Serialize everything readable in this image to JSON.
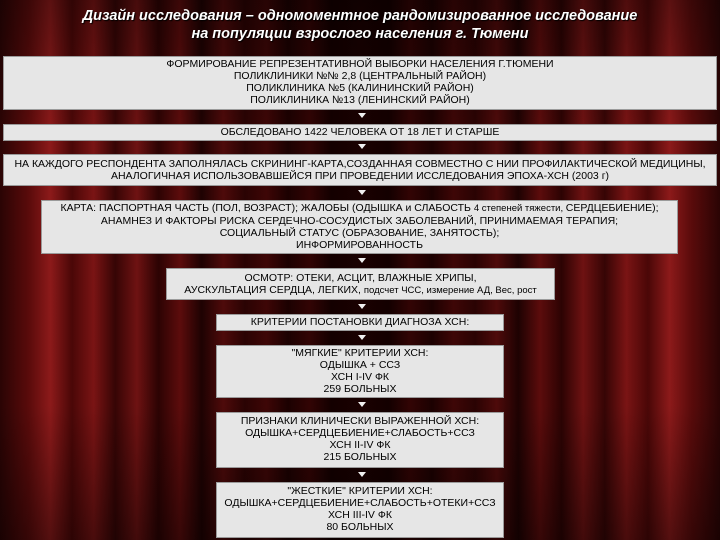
{
  "title": {
    "line1": "Дизайн исследования – одномоментное рандомизированное исследование",
    "line2": "на популяции взрослого населения г. Тюмени"
  },
  "boxes": {
    "sample": [
      "ФОРМИРОВАНИЕ РЕПРЕЗЕНТАТИВНОЙ ВЫБОРКИ НАСЕЛЕНИЯ Г.ТЮМЕНИ",
      "ПОЛИКЛИНИКИ №№ 2,8 (ЦЕНТРАЛЬНЫЙ РАЙОН)",
      "ПОЛИКЛИНИКА №5 (КАЛИНИНСКИЙ РАЙОН)",
      "ПОЛИКЛИНИКА №13 (ЛЕНИНСКИЙ РАЙОН)"
    ],
    "examined": [
      "ОБСЛЕДОВАНО 1422 ЧЕЛОВЕКА ОТ 18 ЛЕТ И СТАРШЕ"
    ],
    "screening": [
      "НА КАЖДОГО РЕСПОНДЕНТА ЗАПОЛНЯЛАСЬ СКРИНИНГ-КАРТА,СОЗДАННАЯ СОВМЕСТНО С НИИ ПРОФИЛАКТИЧЕСКОЙ МЕДИЦИНЫ,",
      "АНАЛОГИЧНАЯ ИСПОЛЬЗОВАВШЕЙСЯ ПРИ ПРОВЕДЕНИИ ИССЛЕДОВАНИЯ ЭПОХА-ХСН (2003 г)"
    ],
    "card": {
      "line1_a": "КАРТА: ПАСПОРТНАЯ ЧАСТЬ (ПОЛ, ВОЗРАСТ); ЖАЛОБЫ (ОДЫШКА и СЛАБОСТЬ ",
      "line1_b": "4 степеней тяжести, ",
      "line1_c": "СЕРДЦЕБИЕНИЕ);",
      "line2": "АНАМНЕЗ И ФАКТОРЫ РИСКА СЕРДЕЧНО-СОСУДИСТЫХ ЗАБОЛЕВАНИЙ, ПРИНИМАЕМАЯ ТЕРАПИЯ;",
      "line3": "СОЦИАЛЬНЫЙ СТАТУС (ОБРАЗОВАНИЕ, ЗАНЯТОСТЬ);",
      "line4": "ИНФОРМИРОВАННОСТЬ"
    },
    "exam": {
      "line1": "ОСМОТР: ОТЕКИ, АСЦИТ, ВЛАЖНЫЕ ХРИПЫ,",
      "line2_a": "АУСКУЛЬТАЦИЯ СЕРДЦА, ЛЕГКИХ, ",
      "line2_b": "подсчет ЧСС, измерение АД, Вес, рост"
    },
    "criteria": [
      "КРИТЕРИИ ПОСТАНОВКИ ДИАГНОЗА ХСН:"
    ],
    "soft": [
      "\"МЯГКИЕ\" КРИТЕРИИ ХСН:",
      "ОДЫШКА + ССЗ",
      "ХСН I-IV ФК",
      "259 БОЛЬНЫХ"
    ],
    "clinical": [
      "ПРИЗНАКИ КЛИНИЧЕСКИ ВЫРАЖЕННОЙ ХСН:",
      "ОДЫШКА+СЕРДЦЕБИЕНИЕ+СЛАБОСТЬ+ССЗ",
      "ХСН II-IV ФК",
      "215 БОЛЬНЫХ"
    ],
    "strict": [
      "\"ЖЕСТКИЕ\" КРИТЕРИИ ХСН:",
      "ОДЫШКА+СЕРДЦЕБИЕНИЕ+СЛАБОСТЬ+ОТЕКИ+ССЗ",
      "ХСН III-IV ФК",
      "80 БОЛЬНЫХ"
    ]
  },
  "colors": {
    "box_fill": "#e6e6e6",
    "title_text": "#ffffff",
    "curtain": "#5a0b0b"
  }
}
